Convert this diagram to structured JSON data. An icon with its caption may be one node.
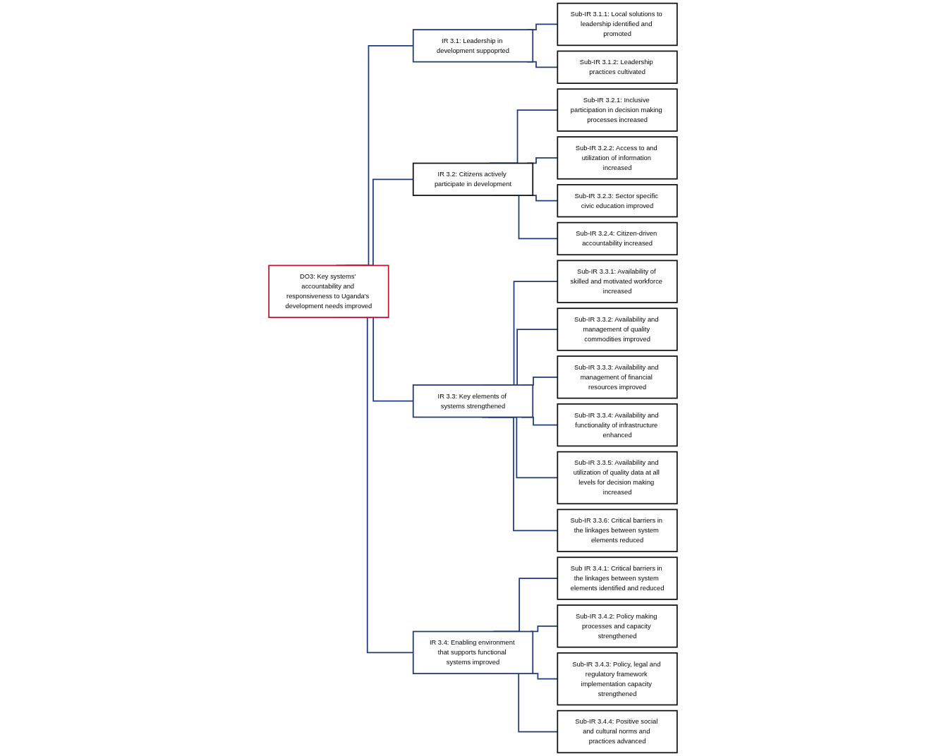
{
  "diagram": {
    "nodes": [
      {
        "text": [
          "DO3: Key systems' accountability and responsiveness to Uganda's development needs improved"
        ]
      },
      {
        "text": [
          "IR 3.1: Leadership in development suppoprted"
        ]
      },
      {
        "text": [
          "IR 3.2: Citizens actively participate in development"
        ]
      },
      {
        "text": [
          "IR 3.3: Key elements of systems strengthened"
        ]
      },
      {
        "text": [
          "IR 3.4: Enabling environment that supports functional systems improved"
        ]
      },
      {
        "text": [
          "Sub-IR 3.1.1: Local solutions to leadership identified and promoted"
        ]
      },
      {
        "text": [
          "Sub-IR 3.2.1: Inclusive participation in decision making processes increased"
        ]
      },
      {
        "text": [
          "Sub-IR 3.3.1: Availability of skilled and motivated workforce increased"
        ]
      },
      {
        "text": [
          "Sub-IR 3.3.2: Availability and management of quality commodities improved"
        ]
      },
      {
        "text": [
          "Sub IR 3.4.1: Critical barriers in the linkages between system elements identified and reduced"
        ]
      },
      {
        "text": [
          "Sub-IR 3.1.2: Leadership practices cultivated"
        ]
      },
      {
        "text": [
          "Sub-IR 3.2.2: Access to and utilization of information increased"
        ]
      },
      {
        "text": [
          "Sub-IR 3.3.3: Availability and management of financial resources improved"
        ]
      },
      {
        "text": [
          "Sub-IR 3.3.4: Availability and functionality of infrastructure enhanced"
        ]
      },
      {
        "text": [
          "Sub-IR 3.4.2: Policy making processes and capacity strengthened"
        ]
      },
      {
        "text": [
          "Sub-IR 3.2.3: Sector specific civic education improved"
        ]
      },
      {
        "text": [
          "Sub-IR 3.3.5: Availability and utilization of quality data at all levels for decision making increased"
        ]
      },
      {
        "text": [
          "Sub-IR 3.3.6: Critical barriers in the linkages between system elements reduced"
        ]
      },
      {
        "text": [
          "Sub-IR 3.4.3: Policy, legal and regulatory framework implementation capacity strengthened"
        ]
      },
      {
        "text": [
          "Sub-IR 3.2.4: Citizen-driven accountability increased"
        ]
      },
      {
        "text": [
          "Sub-IR 3.4.4: Positive social and cultural norms and practices advanced"
        ]
      }
    ],
    "edges": [
      {
        "from": 0,
        "to": 1,
        "arrow": "none"
      },
      {
        "from": 0,
        "to": 2,
        "arrow": "none"
      },
      {
        "from": 0,
        "to": 3,
        "arrow": "none"
      },
      {
        "from": 0,
        "to": 4,
        "arrow": "none"
      },
      {
        "from": 1,
        "to": 5,
        "arrow": "none"
      },
      {
        "from": 1,
        "to": 10,
        "arrow": "none"
      },
      {
        "from": 2,
        "to": 6,
        "arrow": "none"
      },
      {
        "from": 2,
        "to": 11,
        "arrow": "none"
      },
      {
        "from": 2,
        "to": 15,
        "arrow": "none"
      },
      {
        "from": 2,
        "to": 19,
        "arrow": "none"
      },
      {
        "from": 3,
        "to": 7,
        "arrow": "none"
      },
      {
        "from": 3,
        "to": 8,
        "arrow": "none"
      },
      {
        "from": 3,
        "to": 12,
        "arrow": "none"
      },
      {
        "from": 3,
        "to": 13,
        "arrow": "none"
      },
      {
        "from": 3,
        "to": 16,
        "arrow": "none"
      },
      {
        "from": 3,
        "to": 17,
        "arrow": "none"
      },
      {
        "from": 4,
        "to": 9,
        "arrow": "none"
      },
      {
        "from": 4,
        "to": 14,
        "arrow": "none"
      },
      {
        "from": 4,
        "to": 18,
        "arrow": "none"
      },
      {
        "from": 4,
        "to": 20,
        "arrow": "none"
      }
    ]
  }
}
